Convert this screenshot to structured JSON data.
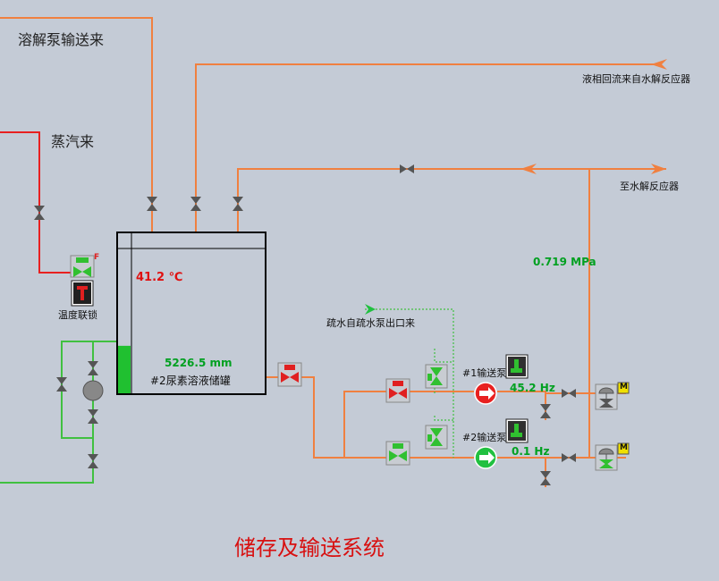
{
  "labels": {
    "dissolve_pump_in": "溶解泵输送来",
    "steam_in": "蒸汽来",
    "liquid_return": "液相回流来自水解反应器",
    "to_reactor": "至水解反应器",
    "drain_in": "疏水自疏水泵出口来",
    "temp_interlock": "温度联锁",
    "pump1": "#1输送泵",
    "pump2": "#2输送泵",
    "tank_name": "#2尿素溶液储罐",
    "system_title": "储存及输送系统",
    "flag_f": "F",
    "flag_m1": "M",
    "flag_m2": "M"
  },
  "readings": {
    "temperature": "41.2 ℃",
    "level": "5226.5 mm",
    "pressure": "0.719 MPa",
    "pump1_freq": "45.2 Hz",
    "pump2_freq": "0.1 Hz"
  },
  "tank": {
    "level_fraction": 0.33
  },
  "colors": {
    "background": "#c4cbd6",
    "pipe_orange": "#f08040",
    "pipe_steam": "#e82020",
    "pipe_green": "#40c040",
    "pump_running": "#e82020",
    "pump_stopped": "#20c040",
    "valve_open": "#30c030",
    "valve_closed": "#e02020"
  }
}
